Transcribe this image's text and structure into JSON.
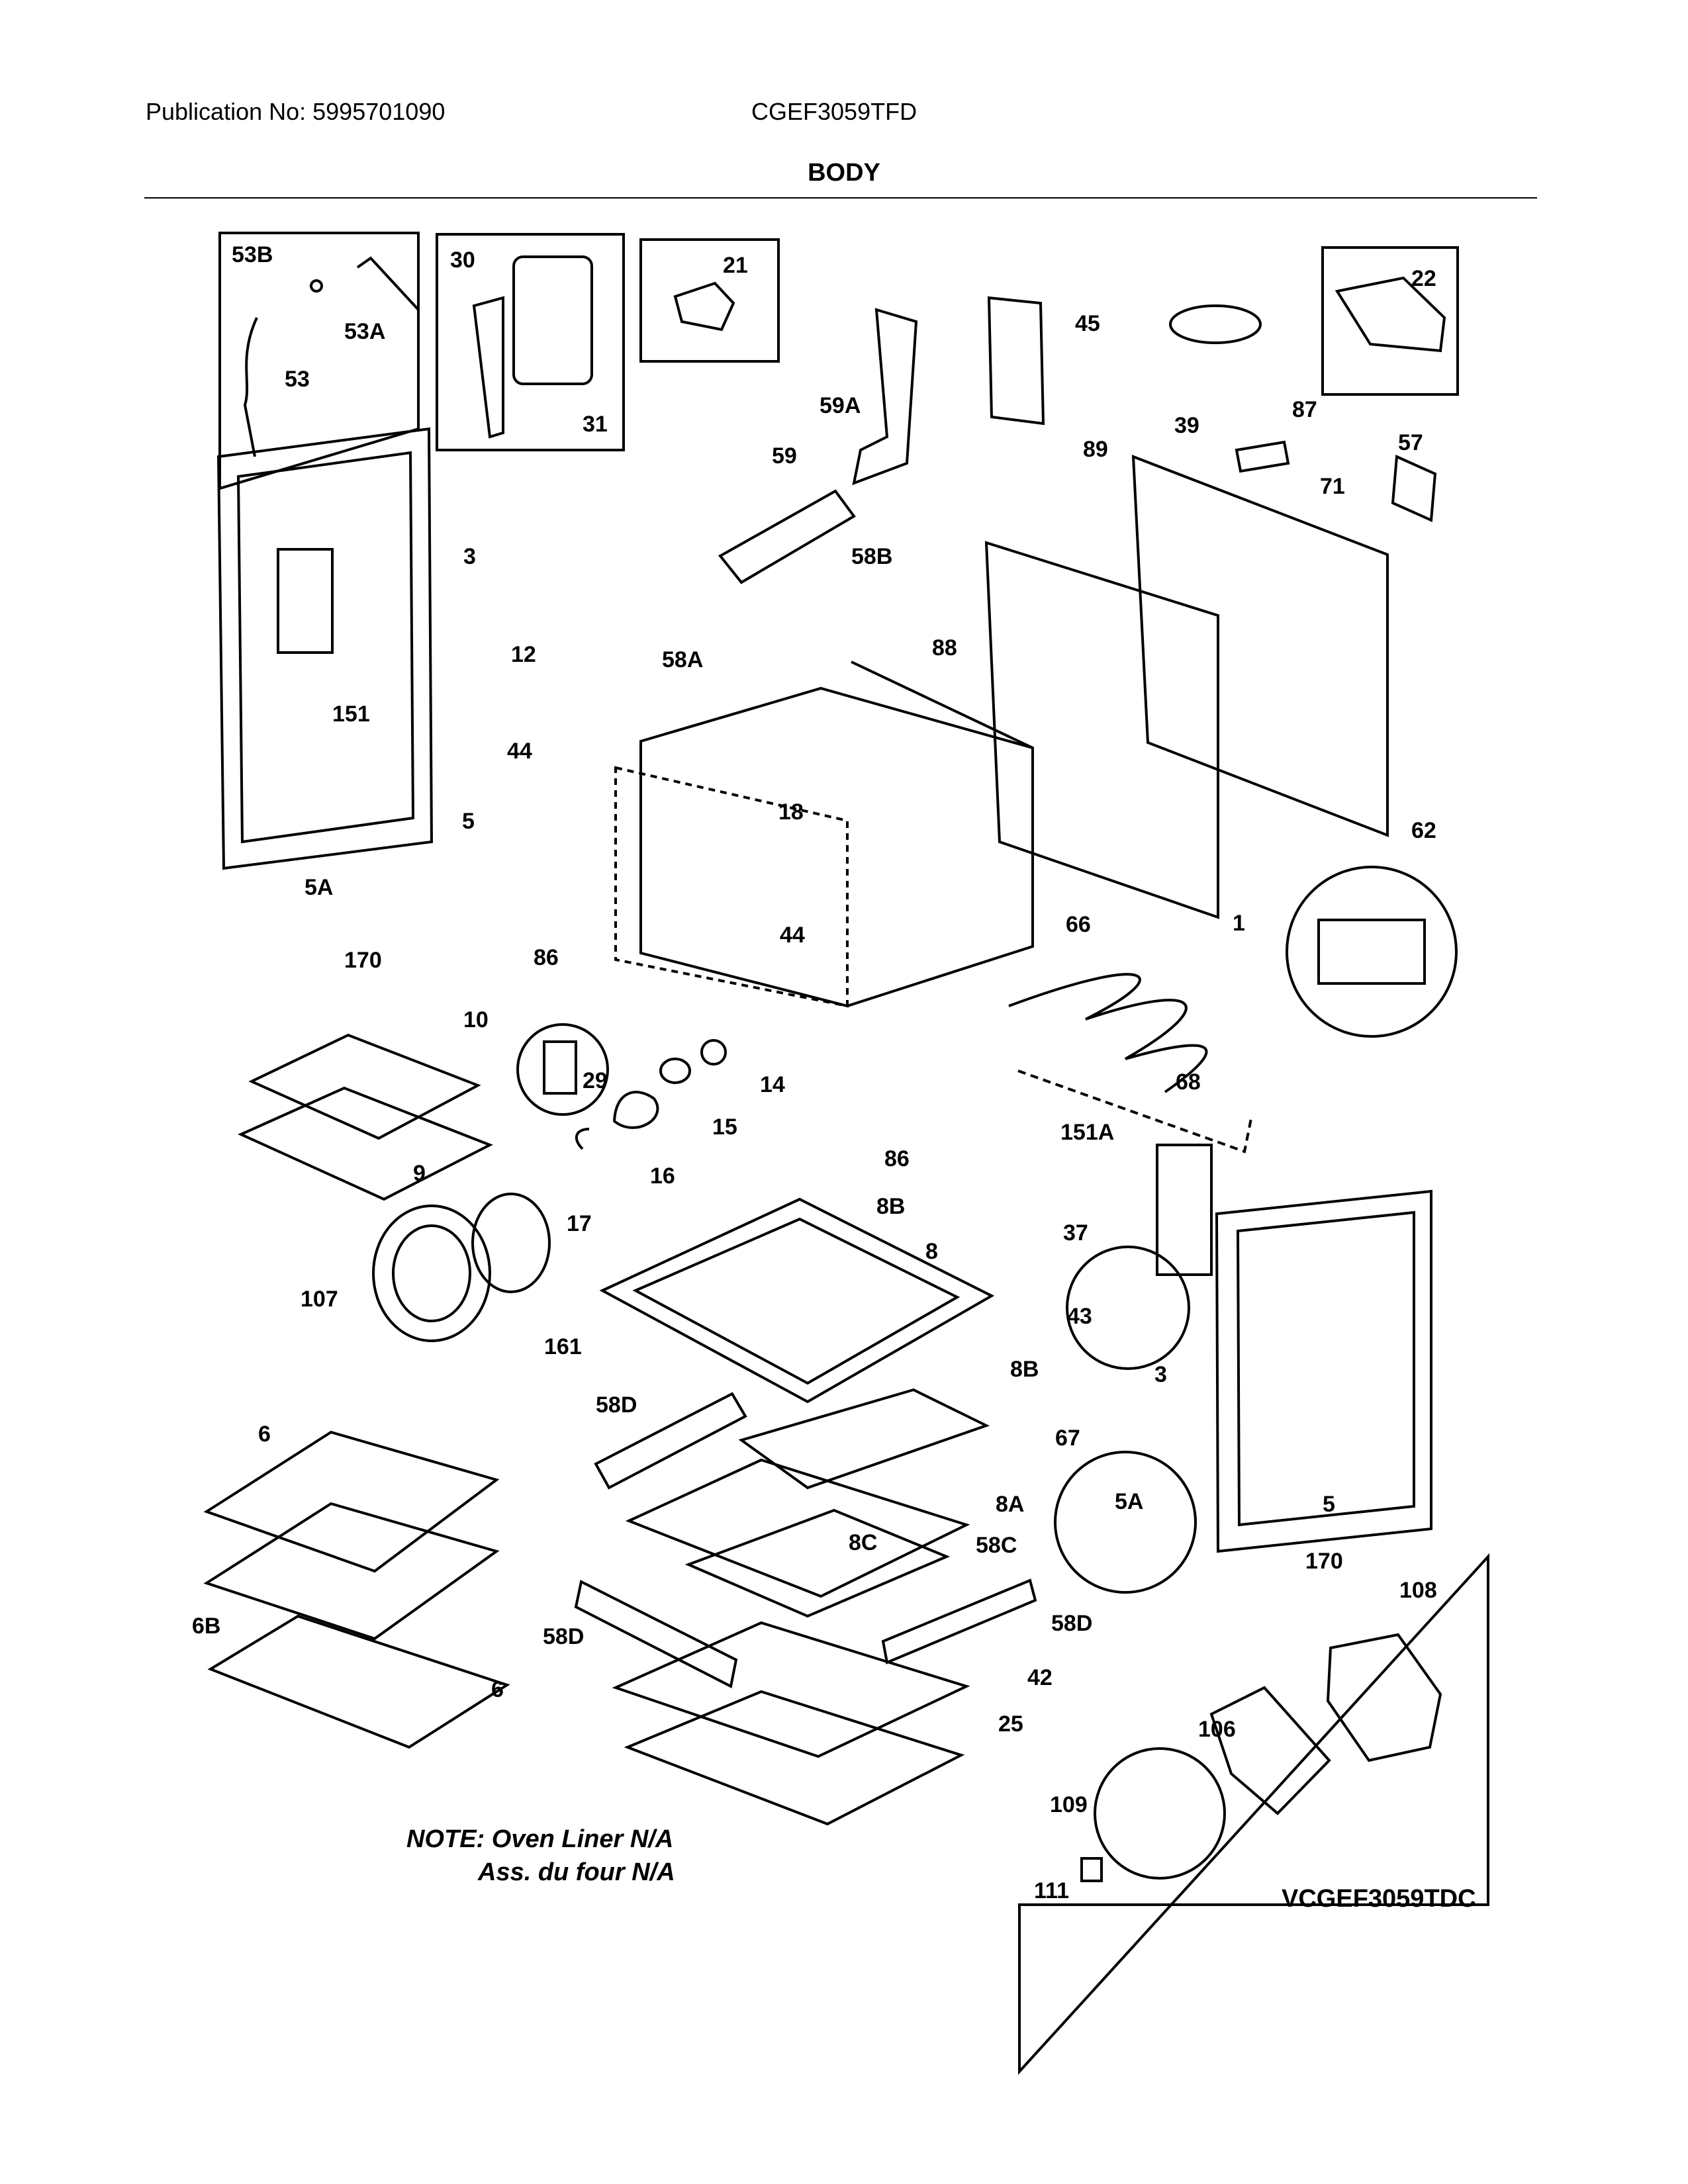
{
  "header": {
    "publication": "Publication No: 5995701090",
    "model": "CGEF3059TFD",
    "section_title": "BODY"
  },
  "note": {
    "line1": "NOTE: Oven Liner N/A",
    "line2": "Ass. du four N/A"
  },
  "diagram_code": "VCGEF3059TDC",
  "callouts": {
    "c53B": "53B",
    "c53A": "53A",
    "c53": "53",
    "c30": "30",
    "c31": "31",
    "c21": "21",
    "c22": "22",
    "c45": "45",
    "c39": "39",
    "c87": "87",
    "c57": "57",
    "c59A": "59A",
    "c59": "59",
    "c89": "89",
    "c71": "71",
    "c3a": "3",
    "c58B": "58B",
    "c88": "88",
    "c12": "12",
    "c58A": "58A",
    "c151": "151",
    "c44a": "44",
    "c18": "18",
    "c62": "62",
    "c5a": "5",
    "c5Aa": "5A",
    "c170a": "170",
    "c86a": "86",
    "c44b": "44",
    "c66": "66",
    "c1": "1",
    "c10": "10",
    "c29": "29",
    "c14": "14",
    "c15": "15",
    "c68": "68",
    "c9": "9",
    "c16": "16",
    "c86b": "86",
    "c151A": "151A",
    "c17": "17",
    "c8B1": "8B",
    "c37": "37",
    "c8": "8",
    "c107": "107",
    "c161": "161",
    "c43": "43",
    "c8B2": "8B",
    "c3b": "3",
    "c6a": "6",
    "c58Da": "58D",
    "c67": "67",
    "c5Ab": "5A",
    "c8A": "8A",
    "c5b": "5",
    "c8C": "8C",
    "c58C": "58C",
    "c170b": "170",
    "c108": "108",
    "c6B": "6B",
    "c58Db": "58D",
    "c58Dc": "58D",
    "c42": "42",
    "c6b": "6",
    "c25": "25",
    "c106": "106",
    "c109": "109",
    "c111": "111"
  }
}
